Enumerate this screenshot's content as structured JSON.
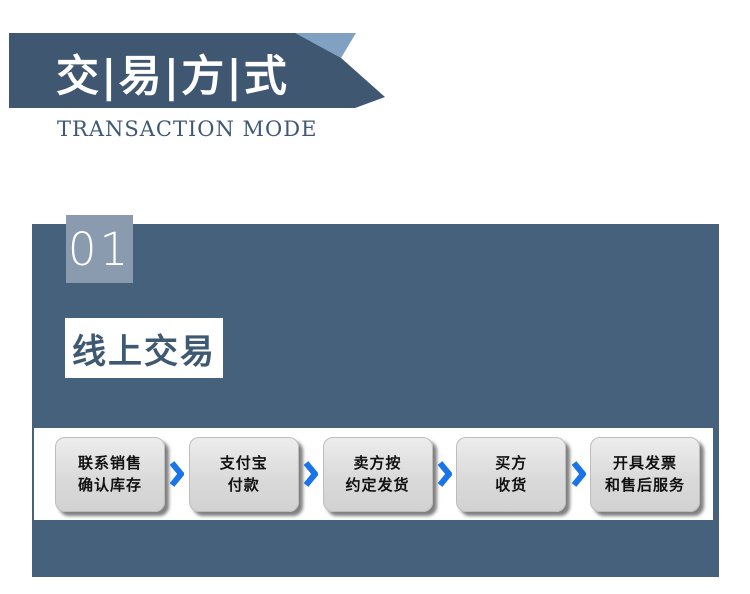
{
  "header": {
    "title": "交|易|方|式",
    "subtitle": "TRANSACTION MODE",
    "ribbon_color": "#3F5770",
    "accent_triangle_color": "#80A1C1",
    "subtitle_color": "#3F5873"
  },
  "section": {
    "number": "01",
    "title": "线上交易",
    "panel_color": "#46617B",
    "badge_color": "#8A9BAF",
    "title_color": "#3E5971"
  },
  "flow": {
    "steps": [
      {
        "line1": "联系销售",
        "line2": "确认库存"
      },
      {
        "line1": "支付宝",
        "line2": "付款"
      },
      {
        "line1": "卖方按",
        "line2": "约定发货"
      },
      {
        "line1": "买方",
        "line2": "收货"
      },
      {
        "line1": "开具发票",
        "line2": "和售后服务"
      }
    ],
    "arrow_color": "#1874E8",
    "box_color": "#DADADA"
  }
}
